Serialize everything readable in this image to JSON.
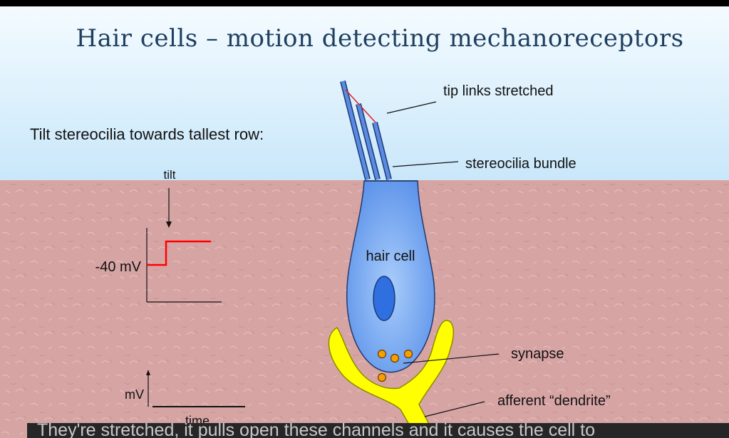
{
  "slide": {
    "title": "Hair cells – motion detecting mechanoreceptors",
    "subtitle": "Tilt stereocilia towards tallest row:"
  },
  "diagram": {
    "labels": {
      "tip_links": "tip links stretched",
      "stereocilia": "stereocilia bundle",
      "hair_cell": "hair cell",
      "synapse": "synapse",
      "dendrite": "afferent “dendrite”"
    },
    "colors": {
      "sky": "#cfe9fa",
      "tissue": "#d7a4a4",
      "cell_body": "#7faef0",
      "nucleus": "#2f6fe0",
      "stereocilia": "#5b8be0",
      "tip_link": "#e02020",
      "dendrite": "#ffff00",
      "vesicle": "#f5a000",
      "trace": "#ff0000"
    }
  },
  "graph": {
    "tilt_label": "tilt",
    "voltage_label": "-40 mV",
    "legend_y": "mV",
    "legend_x": "time"
  },
  "caption": {
    "text": "They're stretched, it pulls open these channels and it causes the cell to"
  }
}
